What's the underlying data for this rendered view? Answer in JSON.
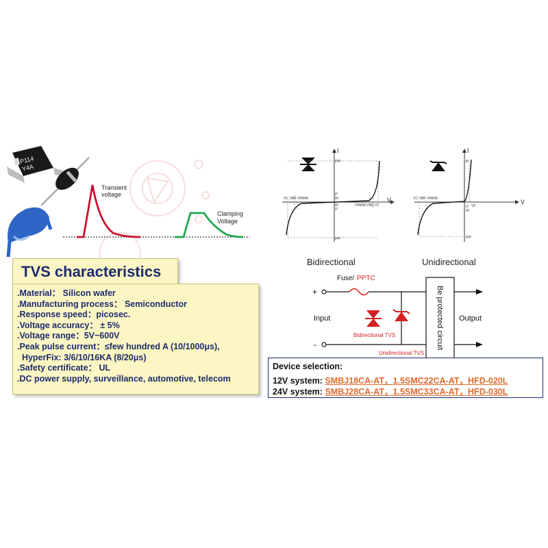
{
  "graphic": {
    "transient_label_1": "Transient",
    "transient_label_2": "voltage",
    "clamping_label_1": "Clamping",
    "clamping_label_2": "Voltage",
    "colors": {
      "transient": "#c8102e",
      "clamping": "#1fa84a"
    },
    "part_markings": {
      "smd_line1": "P114",
      "smd_line2": "Y4A"
    }
  },
  "characteristics": {
    "title": "TVS characteristics",
    "items": [
      ".Material： Silicon wafer",
      ".Manufacturing process： Semiconductor",
      ".Response speed：picosec.",
      ".Voltage accuracy： ± 5%",
      ".Voltage range：5V~600V",
      ".Peak pulse current：≤few hundred A (10/1000μs),",
      "  HyperFix: 3/6/10/16KA (8/20μs)",
      ".Safety certificate： UL",
      ".DC power supply, surveillance, automotive, telecom"
    ],
    "colors": {
      "background": "#fbf6c3",
      "text": "#1d2b6e"
    }
  },
  "iv_curves": {
    "bidirectional": {
      "caption": "Bidirectional",
      "axis_i": "I",
      "axis_v": "V",
      "labels": [
        "IPP",
        "IT",
        "IR",
        "IR",
        "IT",
        "IPP",
        "VC VBR VRWM",
        "VRWM VBR VC"
      ]
    },
    "unidirectional": {
      "caption": "Unidirectional",
      "axis_i": "I",
      "axis_v": "V",
      "labels": [
        "IF",
        "IT",
        "IR",
        "VF",
        "IPP",
        "VC VBR VRWM"
      ]
    }
  },
  "circuit": {
    "plus": "+",
    "minus": "-",
    "fuse_label_1": "Fuse/",
    "fuse_label_2": "PPTC",
    "input_label": "Input",
    "output_label": "Output",
    "protected_label": "Be protected circuit",
    "bi_tvs_label": "Bidirectional TVS",
    "uni_tvs_label": "Unidirectional TVS",
    "colors": {
      "tvs": "#d42020",
      "fuse": "#d42020"
    }
  },
  "device_selection": {
    "title": "Device selection:",
    "rows": [
      {
        "system": "12V system: ",
        "parts": "SMBJ18CA-AT，1.5SMC22CA-AT，HFD-020L"
      },
      {
        "system": "24V system: ",
        "parts": "SMBJ28CA-AT，1.5SMC33CA-AT，HFD-030L"
      }
    ],
    "colors": {
      "parts": "#e06a2c",
      "border": "#1d2b6e"
    }
  }
}
